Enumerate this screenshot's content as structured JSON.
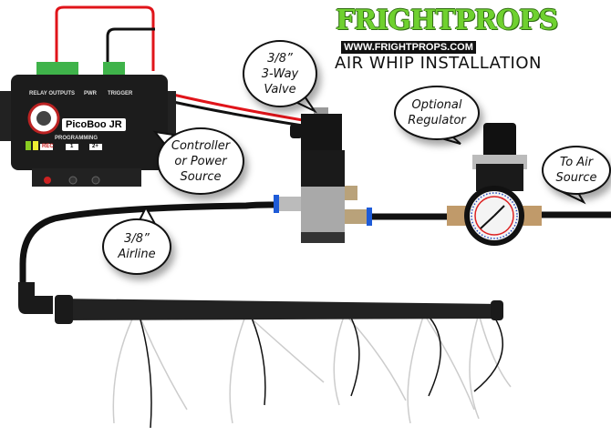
{
  "logo": {
    "brand": "FRIGHTPROPS",
    "url": "WWW.FRIGHTPROPS.COM"
  },
  "title": "AIR WHIP INSTALLATION",
  "callouts": {
    "valve": [
      "3/8”",
      "3-Way",
      "Valve"
    ],
    "regulator": [
      "Optional",
      "Regulator"
    ],
    "controller": [
      "Controller",
      "or Power",
      "Source"
    ],
    "air_source": [
      "To Air",
      "Source"
    ],
    "airline": [
      "3/8”",
      "Airline"
    ]
  },
  "controller": {
    "name": "PicoBoo JR",
    "relay_outputs": "RELAY OUTPUTS",
    "pwr": "PWR",
    "trigger": "TRIGGER",
    "programming": "PROGRAMMING",
    "buttons": [
      "REC",
      "1",
      "2+"
    ]
  },
  "colors": {
    "wire_red": "#e0141a",
    "wire_black": "#111111",
    "logo_green": "#6fd12f",
    "terminal_green": "#3fb34a",
    "fitting_blue": "#1e5bd8"
  }
}
